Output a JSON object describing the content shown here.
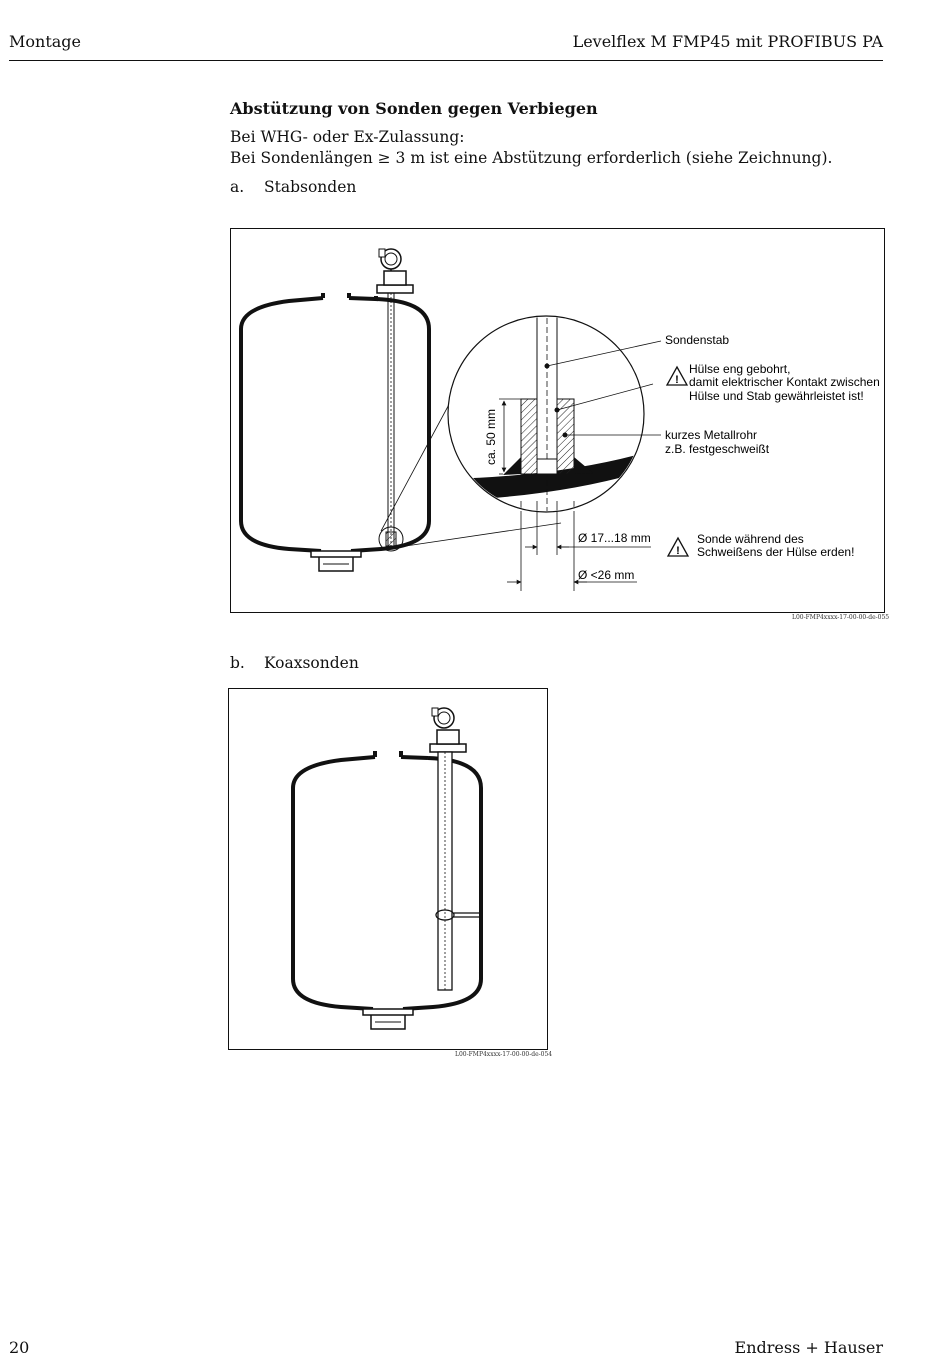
{
  "header": {
    "section": "Montage",
    "product": "Levelflex M FMP45 mit PROFIBUS PA"
  },
  "heading": "Abstützung von Sonden gegen Verbiegen",
  "intro": {
    "line1": "Bei WHG- oder Ex-Zulassung:",
    "line2": "Bei Sondenlängen ≥ 3 m ist eine Abstützung erforderlich (siehe Zeichnung)."
  },
  "item_a": {
    "marker": "a.",
    "label": "Stabsonden"
  },
  "item_b": {
    "marker": "b.",
    "label": "Koaxsonden"
  },
  "figure1": {
    "callout_rod": "Sondenstab",
    "warn1_line1": "Hülse eng gebohrt,",
    "warn1_line2": "damit elektrischer Kontakt zwischen",
    "warn1_line3": "Hülse und Stab gewährleistet ist!",
    "callout_tube_line1": "kurzes Metallrohr",
    "callout_tube_line2": "z.B. festgeschweißt",
    "dim_height": "ca. 50 mm",
    "dim_inner": "Ø 17...18 mm",
    "dim_outer": "Ø <26 mm",
    "warn2_line1": "Sonde während des",
    "warn2_line2": "Schweißens der Hülse erden!",
    "figure_id": "L00-FMP4xxxx-17-00-00-de-055"
  },
  "figure2": {
    "figure_id": "L00-FMP4xxxx-17-00-00-de-054"
  },
  "footer": {
    "page_number": "20",
    "brand": "Endress + Hauser"
  }
}
